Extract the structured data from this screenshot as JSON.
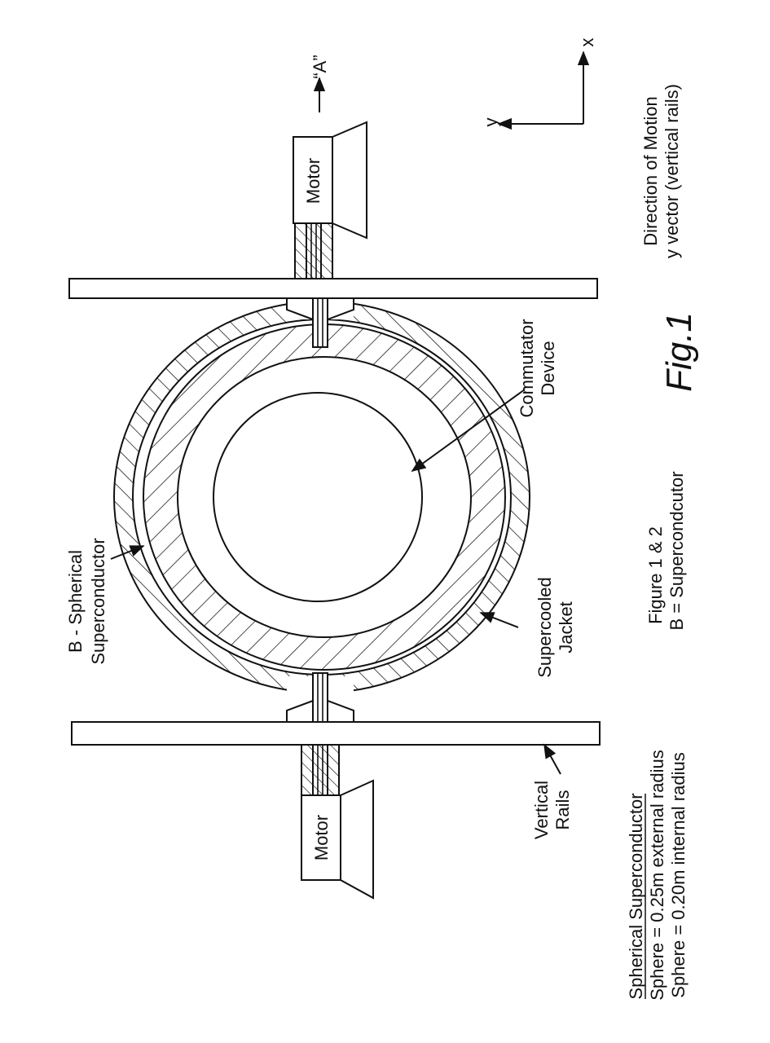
{
  "figure": {
    "title": "Fig.1",
    "labels": {
      "motor_right": "Motor",
      "motor_left": "Motor",
      "view_a": "“A”",
      "axis_x": "x",
      "axis_y": "y",
      "direction_line1": "Direction of Motion",
      "direction_line2": "y vector (vertical rails)",
      "b_line1": "B - Spherical",
      "b_line2": "Superconductor",
      "commutator_line1": "Commutator",
      "commutator_line2": "Device",
      "jacket_line1": "Supercooled",
      "jacket_line2": "Jacket",
      "rails_line1": "Vertical",
      "rails_line2": "Rails",
      "caption_line1": "Figure 1 & 2",
      "caption_line2": "B = Supercondcutor",
      "spec_heading": "Spherical Superconductor",
      "spec_line1": "Sphere = 0.25m external radius",
      "spec_line2": "Sphere = 0.20m internal radius"
    }
  }
}
